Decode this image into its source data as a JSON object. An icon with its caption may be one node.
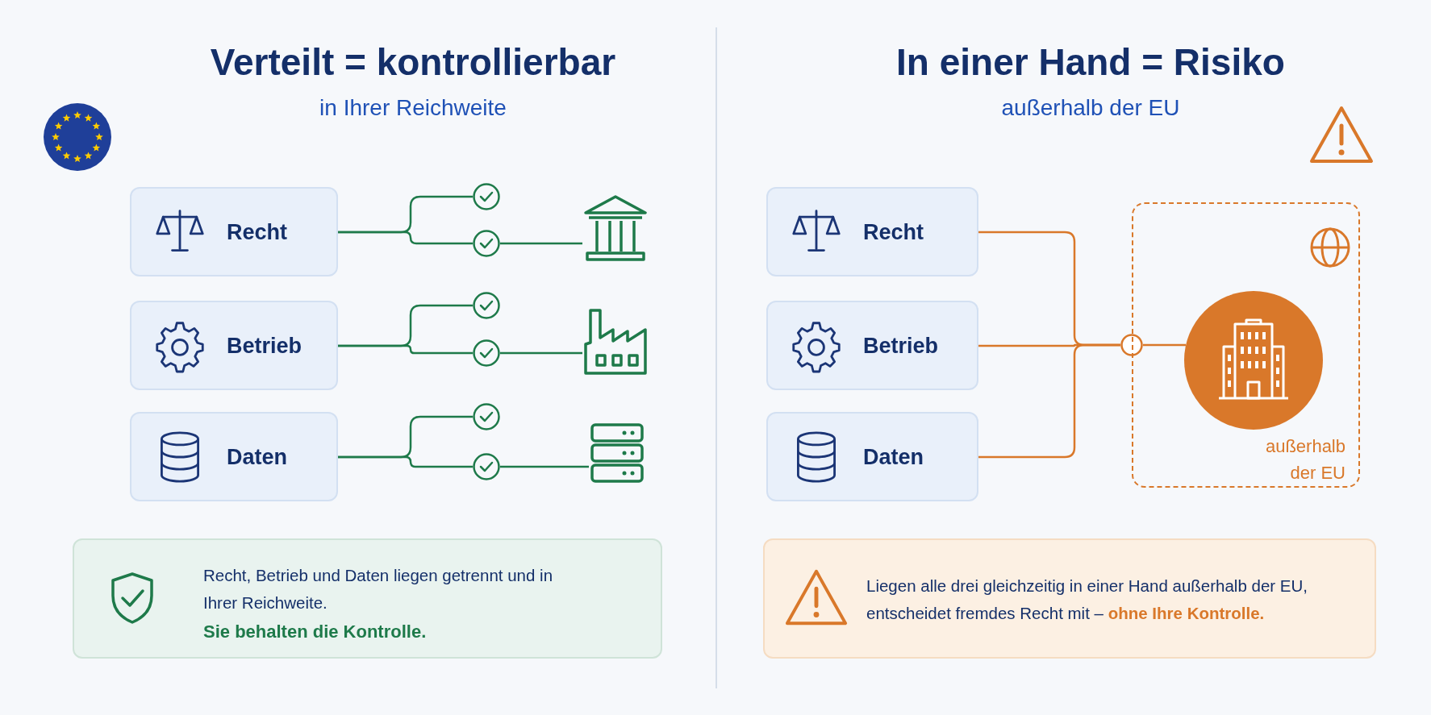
{
  "diagram": {
    "nodes": [
      {
        "text": [
          "Recht"
        ]
      },
      {
        "text": [],
        "shape": "circle"
      },
      {
        "text": [],
        "shape": "circle"
      },
      {
        "text": [],
        "shape": "building"
      },
      {
        "text": [
          "Betrieb"
        ]
      },
      {
        "text": [],
        "shape": "circle"
      },
      {
        "text": [],
        "shape": "circle"
      },
      {
        "text": [],
        "shape": "factory"
      },
      {
        "text": [
          "Daten"
        ]
      },
      {
        "text": [],
        "shape": "circle"
      },
      {
        "text": [],
        "shape": "circle"
      },
      {
        "text": [],
        "shape": "server"
      },
      {
        "text": [
          "Recht, Betrieb und Daten liegen getrennt und in Ihrer Reichweite.",
          "Sie behalten die Kontrolle."
        ]
      },
      {
        "text": [
          "Recht"
        ]
      },
      {
        "text": [
          "Betrieb"
        ]
      },
      {
        "text": [
          "Daten"
        ]
      },
      {
        "text": [],
        "shape": "circle"
      },
      {
        "text": [
          "außerhalb der EU"
        ]
      },
      {
        "text": [],
        "shape": "circle",
        "in": 17
      },
      {
        "text": [
          "Liegen alle drei gleichzeitig in einer Hand außerhalb der EU, entscheidet fremdes Recht mit – **ohne Ihre Kontrolle.**"
        ]
      }
    ],
    "edges": [
      {
        "from": 0,
        "to": 1,
        "arrow": "none"
      },
      {
        "from": 0,
        "to": 2,
        "arrow": "none"
      },
      {
        "from": 2,
        "to": 3,
        "arrow": "none"
      },
      {
        "from": 4,
        "to": 5,
        "arrow": "none"
      },
      {
        "from": 4,
        "to": 6,
        "arrow": "none"
      },
      {
        "from": 6,
        "to": 7,
        "arrow": "none"
      },
      {
        "from": 8,
        "to": 9,
        "arrow": "none"
      },
      {
        "from": 8,
        "to": 10,
        "arrow": "none"
      },
      {
        "from": 10,
        "to": 11,
        "arrow": "none"
      },
      {
        "from": 13,
        "to": 16,
        "arrow": "none",
        "color": "#d9782a"
      },
      {
        "from": 14,
        "to": 16,
        "arrow": "none",
        "color": "#d9782a"
      },
      {
        "from": 15,
        "to": 16,
        "arrow": "none",
        "color": "#d9782a"
      },
      {
        "from": 16,
        "to": 18,
        "arrow": "none",
        "color": "#d9782a"
      }
    ],
    "labels": [
      "Verteilt = kontrollierbar",
      "in Ihrer Reichweite",
      "In einer Hand = Risiko",
      "außerhalb der EU"
    ]
  }
}
